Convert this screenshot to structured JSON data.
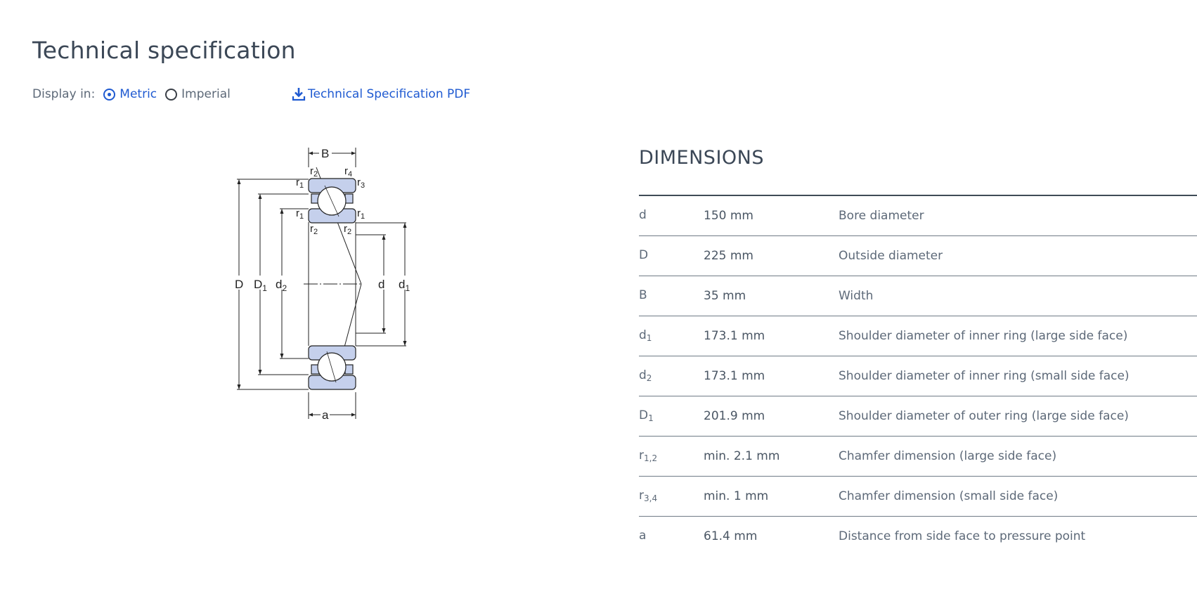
{
  "page": {
    "title": "Technical specification",
    "display_label": "Display in:",
    "units": [
      {
        "label": "Metric",
        "selected": true
      },
      {
        "label": "Imperial",
        "selected": false
      }
    ],
    "pdf_link_label": "Technical Specification PDF",
    "pdf_icon": "download-icon"
  },
  "diagram": {
    "labels": {
      "B": "B",
      "a": "a",
      "D": "D",
      "D1_base": "D",
      "D1_sub": "1",
      "d2_base": "d",
      "d2_sub": "2",
      "d": "d",
      "d1_base": "d",
      "d1_sub": "1",
      "r": "r",
      "s1": "1",
      "s2": "2",
      "s3": "3",
      "s4": "4"
    }
  },
  "dimensions": {
    "heading": "DIMENSIONS",
    "rows": [
      {
        "symbol": "d",
        "sub": "",
        "value": "150 mm",
        "description": "Bore diameter"
      },
      {
        "symbol": "D",
        "sub": "",
        "value": "225 mm",
        "description": "Outside diameter"
      },
      {
        "symbol": "B",
        "sub": "",
        "value": "35 mm",
        "description": "Width"
      },
      {
        "symbol": "d",
        "sub": "1",
        "value": "173.1 mm",
        "description": "Shoulder diameter of inner ring (large side face)"
      },
      {
        "symbol": "d",
        "sub": "2",
        "value": "173.1 mm",
        "description": "Shoulder diameter of inner ring (small side face)"
      },
      {
        "symbol": "D",
        "sub": "1",
        "value": "201.9 mm",
        "description": "Shoulder diameter of outer ring (large side face)"
      },
      {
        "symbol": "r",
        "sub": "1,2",
        "value": "min. 2.1 mm",
        "description": "Chamfer dimension (large side face)"
      },
      {
        "symbol": "r",
        "sub": "3,4",
        "value": "min. 1 mm",
        "description": "Chamfer dimension (small side face)"
      },
      {
        "symbol": "a",
        "sub": "",
        "value": "61.4 mm",
        "description": "Distance from side face to pressure point"
      }
    ]
  },
  "colors": {
    "accent": "#1f5ad1",
    "text": "#485565",
    "bearing_fill": "#c5d0ec",
    "divider": "#6f7b86"
  }
}
